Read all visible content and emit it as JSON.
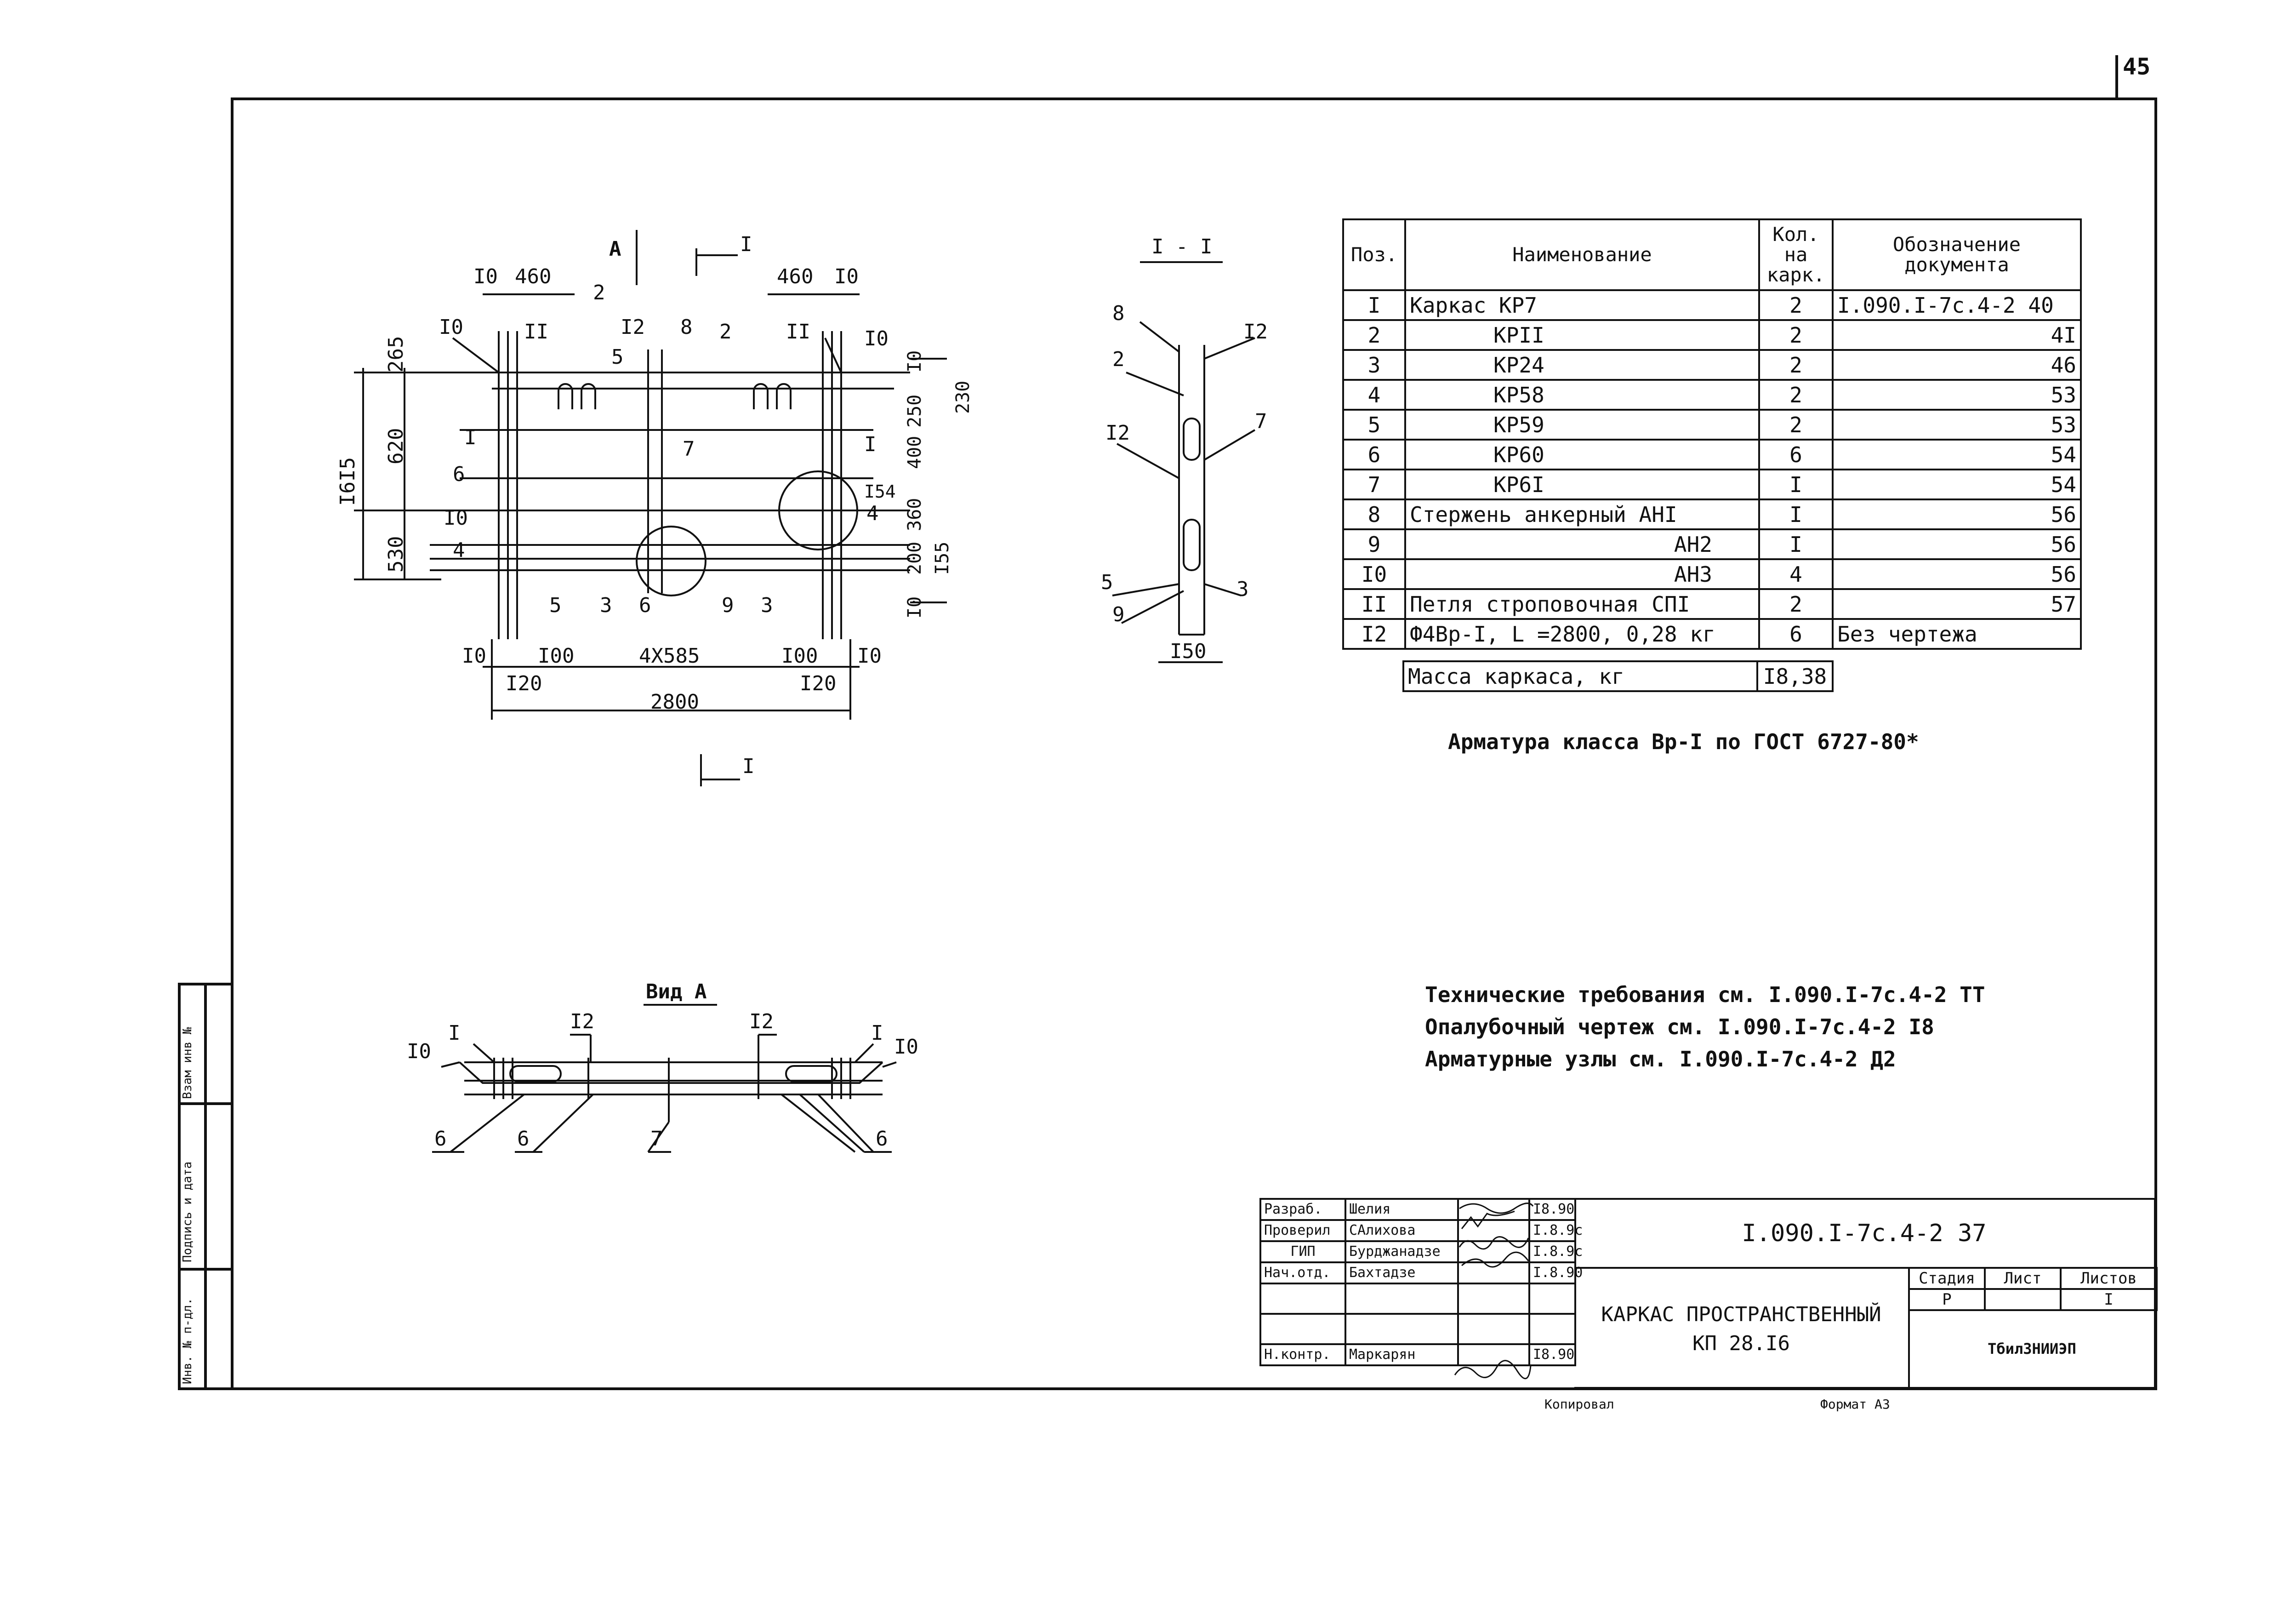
{
  "sheet_number": "45",
  "left_strip": [
    "Инв. № п-дл.",
    "Подпись и дата",
    "Взам инв №"
  ],
  "drawings": {
    "plan_labels": {
      "view_arrow": "А",
      "section_mark": "I",
      "dims_top": [
        "I0",
        "460",
        "460",
        "I0"
      ],
      "dims_left": [
        "265",
        "620",
        "I6I5",
        "530"
      ],
      "dims_right": [
        "I0",
        "230",
        "250",
        "400",
        "360",
        "I54",
        "200",
        "I55",
        "I0"
      ],
      "dims_bottom": [
        "I0",
        "I00",
        "4X585",
        "I00",
        "I0",
        "I20",
        "I20",
        "2800"
      ],
      "positions": [
        "I0",
        "II",
        "2",
        "I2",
        "8",
        "2",
        "II",
        "I0",
        "5",
        "I",
        "6",
        "I0",
        "4",
        "7",
        "I",
        "4",
        "5",
        "3",
        "6",
        "9",
        "3"
      ]
    },
    "section_title": "I - I",
    "section_labels": [
      "8",
      "I2",
      "2",
      "I2",
      "7",
      "5",
      "3",
      "9",
      "I50"
    ],
    "view_a_title": "Вид А",
    "view_a_labels": [
      "I0",
      "I",
      "I2",
      "I2",
      "I",
      "I0",
      "6",
      "6",
      "7",
      "6"
    ]
  },
  "spec_table": {
    "headers": [
      "Поз.",
      "Наименование",
      "Кол. на карк.",
      "Обозначение документа"
    ],
    "rows": [
      {
        "pos": "I",
        "name": "Каркас КР7",
        "qty": "2",
        "doc": "I.090.I-7c.4-2 40"
      },
      {
        "pos": "2",
        "name": "КРII",
        "qty": "2",
        "doc": "4I"
      },
      {
        "pos": "3",
        "name": "КР24",
        "qty": "2",
        "doc": "46"
      },
      {
        "pos": "4",
        "name": "КР58",
        "qty": "2",
        "doc": "53"
      },
      {
        "pos": "5",
        "name": "КР59",
        "qty": "2",
        "doc": "53"
      },
      {
        "pos": "6",
        "name": "КР60",
        "qty": "6",
        "doc": "54"
      },
      {
        "pos": "7",
        "name": "КР6I",
        "qty": "I",
        "doc": "54"
      },
      {
        "pos": "8",
        "name": "Стержень анкерный АНI",
        "qty": "I",
        "doc": "56"
      },
      {
        "pos": "9",
        "name": "АН2",
        "qty": "I",
        "doc": "56"
      },
      {
        "pos": "I0",
        "name": "АН3",
        "qty": "4",
        "doc": "56"
      },
      {
        "pos": "II",
        "name": "Петля строповочная СПI",
        "qty": "2",
        "doc": "57"
      },
      {
        "pos": "I2",
        "name": "Ф4Вр-I, L =2800, 0,28 кг",
        "qty": "6",
        "doc": "Без чертежа"
      }
    ],
    "mass_label": "Масса каркаса, кг",
    "mass_value": "I8,38"
  },
  "rebar_note": "Арматура класса Вр-I по ГОСТ 6727-80*",
  "notes": [
    "Технические требования см. I.090.I-7c.4-2 ТТ",
    "Опалубочный чертеж см. I.090.I-7c.4-2 I8",
    "Арматурные узлы см. I.090.I-7c.4-2 Д2"
  ],
  "title_block": {
    "signers": [
      {
        "role": "Разраб.",
        "name": "Шелия",
        "date": "I8.90"
      },
      {
        "role": "Проверил",
        "name": "САлихова",
        "date": "I.8.9c"
      },
      {
        "role": "ГИП",
        "name": "Бурджанадзе",
        "date": "I.8.9c"
      },
      {
        "role": "Нач.отд.",
        "name": "Бахтадзе",
        "date": "I.8.90"
      },
      {
        "role": "",
        "name": "",
        "date": ""
      },
      {
        "role": "",
        "name": "",
        "date": ""
      },
      {
        "role": "Н.контр.",
        "name": "Маркарян",
        "date": "I8.90"
      }
    ],
    "doc_code": "I.090.I-7c.4-2 37",
    "title_line1": "КАРКАС ПРОСТРАНСТВЕННЫЙ",
    "title_line2": "КП 28.I6",
    "stage_label": "Стадия",
    "sheet_label": "Лист",
    "sheets_label": "Листов",
    "stage": "Р",
    "sheet": "",
    "sheets": "I",
    "org": "ТбилЗНИИЭП"
  },
  "footer": {
    "copied": "Копировал",
    "format": "Формат А3"
  }
}
